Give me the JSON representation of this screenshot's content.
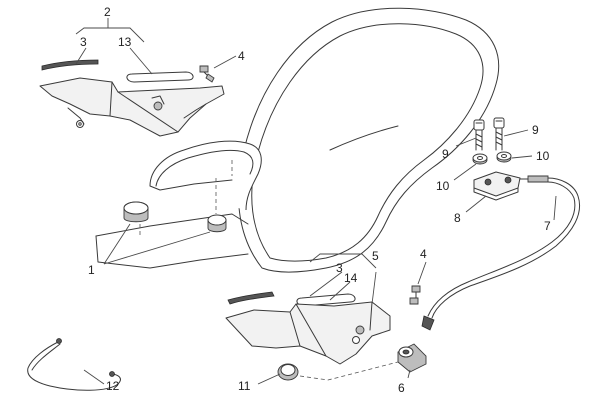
{
  "callouts": {
    "c1": "1",
    "c2": "2",
    "c3_top": "3",
    "c13": "13",
    "c4_top": "4",
    "c9_left": "9",
    "c9_right": "9",
    "c10_right": "10",
    "c10_left": "10",
    "c8": "8",
    "c7": "7",
    "c3_bottom": "3",
    "c5": "5",
    "c14": "14",
    "c4_bottom": "4",
    "c11": "11",
    "c6": "6",
    "c12": "12"
  }
}
